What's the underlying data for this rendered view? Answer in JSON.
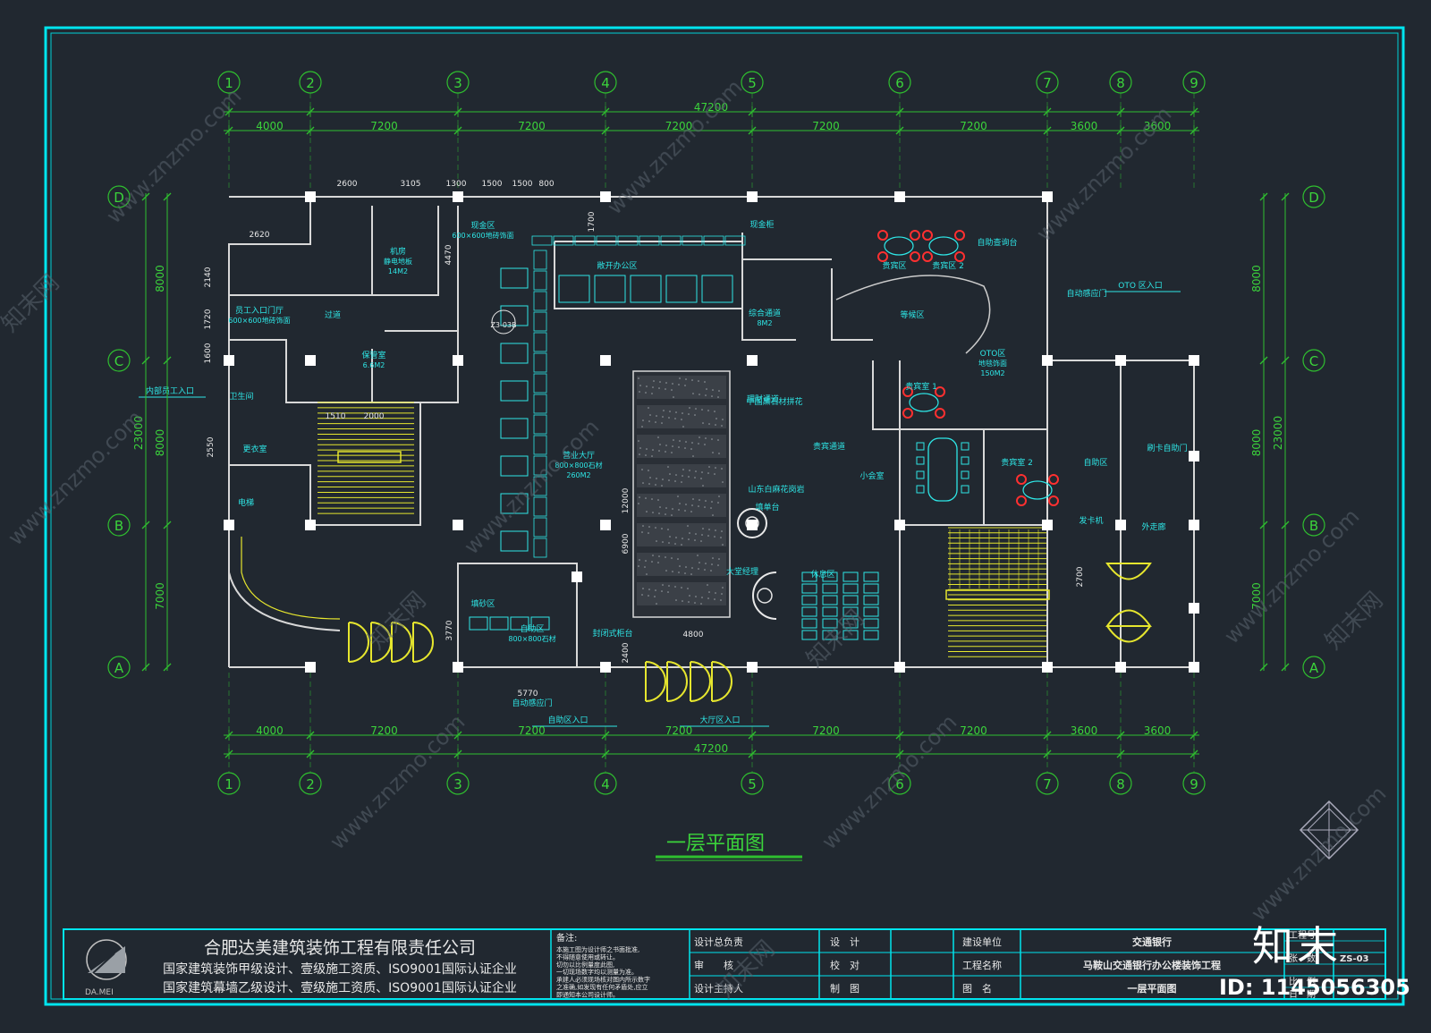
{
  "drawing": {
    "title": "一层平面图",
    "total_dim": "47200",
    "col_dims": [
      "4000",
      "7200",
      "7200",
      "7200",
      "7200",
      "7200",
      "3600",
      "3600"
    ],
    "col_labels": [
      "1",
      "2",
      "3",
      "4",
      "5",
      "6",
      "7",
      "8",
      "9"
    ],
    "row_labels": [
      "D",
      "C",
      "B",
      "A"
    ],
    "row_total": "23000",
    "row_dims": [
      "8000",
      "8000",
      "7000"
    ],
    "small_dims": [
      "2600",
      "3105",
      "1300",
      "1500",
      "1500",
      "800",
      "2620",
      "2140",
      "1720",
      "1600",
      "2550",
      "1510",
      "2000",
      "1700",
      "4470",
      "3770",
      "5770",
      "2400",
      "4800",
      "12000",
      "6900",
      "2700"
    ],
    "colors": {
      "frame": "#00e5ee",
      "wall": "#e8e8e8",
      "grid": "#2fbf2f",
      "text": "#2ee6e6",
      "accent": "#e6e62e",
      "chair": "#ff3030",
      "bg": "#212830"
    }
  },
  "rooms": [
    {
      "id": "r1",
      "label": "现金区",
      "sub": "600×600地砖饰面"
    },
    {
      "id": "r2",
      "label": "敞开办公区"
    },
    {
      "id": "r3",
      "label": "现金柜"
    },
    {
      "id": "r4",
      "label": "贵宾区"
    },
    {
      "id": "r5",
      "label": "贵宾区 2"
    },
    {
      "id": "r6",
      "label": "自助查询台"
    },
    {
      "id": "r7",
      "label": "等候区"
    },
    {
      "id": "r8",
      "label": "OTO区",
      "sub": "地毯饰面",
      "area": "150M2"
    },
    {
      "id": "r9",
      "label": "贵宾室 1"
    },
    {
      "id": "r10",
      "label": "贵宾室 2"
    },
    {
      "id": "r11",
      "label": "营业大厅",
      "sub": "800×800石材",
      "area": "260M2"
    },
    {
      "id": "r12",
      "label": "填砂区"
    },
    {
      "id": "r13",
      "label": "自助区",
      "sub": "800×800石材"
    },
    {
      "id": "r14",
      "label": "休息区"
    },
    {
      "id": "r15",
      "label": "大堂经理"
    },
    {
      "id": "r16",
      "label": "填单台"
    },
    {
      "id": "r17",
      "label": "小会室"
    },
    {
      "id": "r18",
      "label": "员工入口门厅",
      "sub": "600×600地砖饰面"
    },
    {
      "id": "r19",
      "label": "卫生间"
    },
    {
      "id": "r20",
      "label": "更衣室"
    },
    {
      "id": "r21",
      "label": "电梯"
    },
    {
      "id": "r22",
      "label": "机房",
      "sub": "静电地板",
      "area": "14M2"
    },
    {
      "id": "r23",
      "label": "自助区"
    },
    {
      "id": "r24",
      "label": "外走廊"
    },
    {
      "id": "r25",
      "label": "综合通道",
      "area": "8M2"
    },
    {
      "id": "r26",
      "label": "过道"
    },
    {
      "id": "r27",
      "label": "保管室",
      "area": "6.6M2"
    },
    {
      "id": "r28",
      "label": "发卡机"
    },
    {
      "id": "r29",
      "label": "贵宾通道"
    },
    {
      "id": "r30",
      "label": "理财通道"
    }
  ],
  "annotations": {
    "staff_entry": "内部员工入口",
    "oto_entry": "OTO 区入口",
    "auto_door": "自动感应门",
    "auto_door2": "自动感应门",
    "self_entry": "自助区入口",
    "hall_entry": "大厅区入口",
    "card_door": "刷卡自助门",
    "stone_floor": "中国黑石材拼花",
    "granite": "山东白麻花岗岩",
    "section": "Z3-03B",
    "closing_counter": "封闭式柜台"
  },
  "title_block": {
    "company": "合肥达美建筑装饰工程有限责任公司",
    "qual1": "国家建筑装饰甲级设计、壹级施工资质、ISO9001国际认证企业",
    "qual2": "国家建筑幕墙乙级设计、壹级施工资质、ISO9001国际认证企业",
    "logo_text": "DA.MEI",
    "notes_title": "备注:",
    "notes": [
      "本施工图为设计师之书面批准,",
      "不得随意使用或转让。",
      "切勿以比例量度此图,",
      "一切现场数字均以测量为准。",
      "承建人必须现场核对图内所示数字",
      "之准确,如发现有任何矛盾处,应立",
      "即通知本公司设计师。"
    ],
    "labels": {
      "lead": "设计总负责",
      "review": "审　　核",
      "host": "设计主持人",
      "design": "设　计",
      "check": "校　对",
      "draw": "制　图",
      "client": "建设单位",
      "project": "工程名称",
      "drawing": "图　名",
      "proj_no": "工程号",
      "sheets": "张　数",
      "scale": "比　例",
      "date": "日　期"
    },
    "client_val": "交通银行",
    "project_val": "马鞍山交通银行办公楼装饰工程",
    "drawing_val": "一层平面图",
    "sheet_no": "ZS-03"
  },
  "watermark": {
    "site": "www.znzmo.com",
    "brand": "知末",
    "cn": "知末网",
    "id": "ID: 1145056305"
  }
}
